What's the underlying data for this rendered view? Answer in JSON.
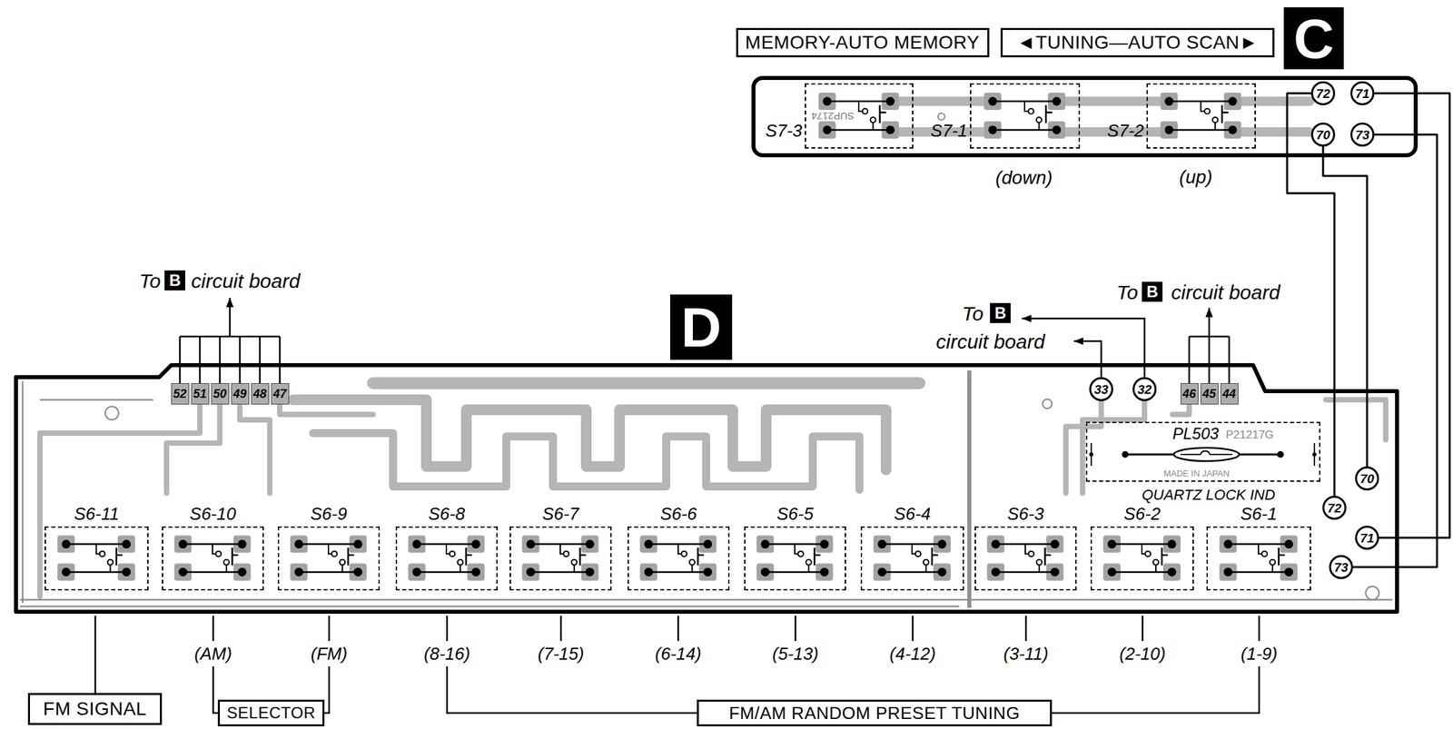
{
  "diagram": {
    "nodes": [
      {
        "text": [
          "MEMORY-AUTO MEMORY"
        ]
      },
      {
        "text": [
          "◄TUNING—AUTO SCAN►"
        ]
      },
      {
        "text": [
          "C"
        ]
      },
      {
        "text": [
          "S7-3"
        ],
        "in": 2
      },
      {
        "text": [
          "S7-1"
        ],
        "in": 2
      },
      {
        "text": [
          "S7-2"
        ],
        "in": 2
      },
      {
        "text": [
          "72"
        ],
        "in": 2
      },
      {
        "text": [
          "71"
        ],
        "in": 2
      },
      {
        "text": [
          "70"
        ],
        "in": 2
      },
      {
        "text": [
          "73"
        ],
        "in": 2
      },
      {
        "text": [
          "D"
        ]
      },
      {
        "text": [
          "52"
        ],
        "in": 10
      },
      {
        "text": [
          "51"
        ],
        "in": 10
      },
      {
        "text": [
          "50"
        ],
        "in": 10
      },
      {
        "text": [
          "49"
        ],
        "in": 10
      },
      {
        "text": [
          "48"
        ],
        "in": 10
      },
      {
        "text": [
          "47"
        ],
        "in": 10
      },
      {
        "text": [
          "33"
        ],
        "in": 10
      },
      {
        "text": [
          "32"
        ],
        "in": 10
      },
      {
        "text": [
          "46"
        ],
        "in": 10
      },
      {
        "text": [
          "45"
        ],
        "in": 10
      },
      {
        "text": [
          "44"
        ],
        "in": 10
      },
      {
        "text": [
          "PL503",
          "P21217G",
          "MADE IN JAPAN",
          "QUARTZ LOCK IND"
        ],
        "in": 10
      },
      {
        "text": [
          "70"
        ],
        "in": 10
      },
      {
        "text": [
          "72"
        ],
        "in": 10
      },
      {
        "text": [
          "71"
        ],
        "in": 10
      },
      {
        "text": [
          "73"
        ],
        "in": 10
      },
      {
        "text": [
          "S6-11"
        ],
        "in": 10
      },
      {
        "text": [
          "S6-10"
        ],
        "in": 10
      },
      {
        "text": [
          "S6-9"
        ],
        "in": 10
      },
      {
        "text": [
          "S6-8"
        ],
        "in": 10
      },
      {
        "text": [
          "S6-7"
        ],
        "in": 10
      },
      {
        "text": [
          "S6-6"
        ],
        "in": 10
      },
      {
        "text": [
          "S6-5"
        ],
        "in": 10
      },
      {
        "text": [
          "S6-4"
        ],
        "in": 10
      },
      {
        "text": [
          "S6-3"
        ],
        "in": 10
      },
      {
        "text": [
          "S6-2"
        ],
        "in": 10
      },
      {
        "text": [
          "S6-1"
        ],
        "in": 10
      },
      {
        "text": [
          "FM SIGNAL"
        ]
      },
      {
        "text": [
          "SELECTOR"
        ]
      },
      {
        "text": [
          "FM/AM RANDOM PRESET TUNING"
        ]
      }
    ],
    "edges": [
      {
        "from": 6,
        "to": 24,
        "arrow": "none"
      },
      {
        "from": 7,
        "to": 25,
        "arrow": "none"
      },
      {
        "from": 8,
        "to": 23,
        "arrow": "none"
      },
      {
        "from": 9,
        "to": 26,
        "arrow": "none"
      }
    ],
    "labels": [
      "SUP2174",
      "(down)",
      "(up)",
      "To",
      "B",
      "circuit board",
      "To",
      "B",
      "circuit board",
      "To",
      "B",
      "circuit board",
      "(AM)",
      "(FM)",
      "(8-16)",
      "(7-15)",
      "(6-14)",
      "(5-13)",
      "(4-12)",
      "(3-11)",
      "(2-10)",
      "(1-9)"
    ]
  }
}
